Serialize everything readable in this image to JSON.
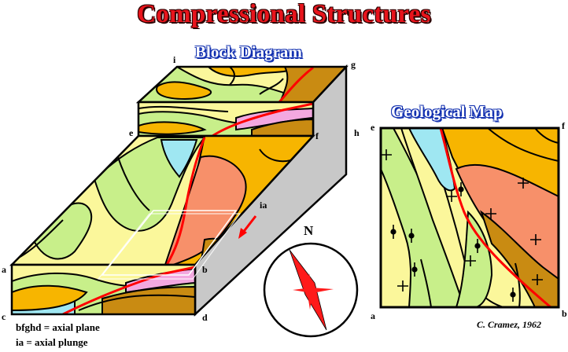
{
  "title": "Compressional Structures",
  "block_diagram": {
    "title": "Block Diagram",
    "corners": {
      "i": "i",
      "g": "g",
      "e": "e",
      "f": "f",
      "h": "h",
      "a": "a",
      "b": "b",
      "c": "c",
      "d": "d"
    },
    "axis_label": "ia"
  },
  "geological_map": {
    "title": "Geological Map",
    "corners": {
      "e": "e",
      "f": "f",
      "a": "a",
      "b": "b"
    }
  },
  "compass": {
    "north": "N"
  },
  "legend": {
    "line1": "bfghd = axial plane",
    "line2": "ia = axial plunge"
  },
  "credit": "C. Cramez, 1962",
  "colors": {
    "title_red": "#e8141c",
    "subtitle_blue": "#1230b0",
    "pale_yellow": "#fbf79b",
    "light_green": "#c8ef8a",
    "orange": "#f7b500",
    "salmon": "#f7906a",
    "cyan": "#9fe7f2",
    "pink": "#f3a8e0",
    "brown": "#c98b12",
    "side_gray": "#c8c8c8",
    "fault_red": "#ff0000"
  }
}
